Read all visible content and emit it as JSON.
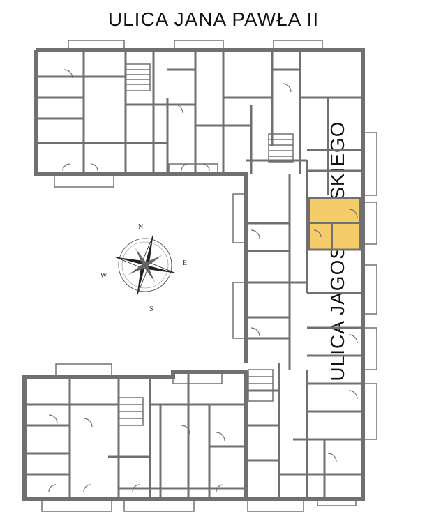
{
  "streets": {
    "top": "ULICA  JANA PAWŁA II",
    "right": "ULICA  JAGOSZEWSKIEGO"
  },
  "compass": {
    "north": "N",
    "east": "E",
    "south": "S",
    "west": "W"
  },
  "colors": {
    "wall": "#707070",
    "highlight": "#f5cc6a",
    "background": "#ffffff"
  }
}
